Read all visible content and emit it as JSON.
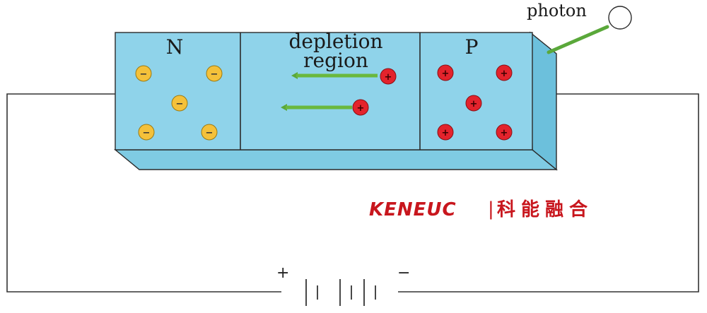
{
  "labels": {
    "n_region": "N",
    "depletion_line1": "depletion",
    "depletion_line2": "region",
    "p_region": "P",
    "photon": "photon"
  },
  "battery": {
    "positive": "+",
    "negative": "−"
  },
  "watermark": {
    "brand_en": "KENEUC",
    "separator": "|",
    "brand_cn": "科能融合"
  },
  "charges": {
    "electron_symbol": "−",
    "hole_symbol": "+",
    "n_electrons": 5,
    "p_holes": 5,
    "depletion_holes": 2
  },
  "colors": {
    "semiconductor_face": "#8fd3ea",
    "semiconductor_side": "#6cc0dc",
    "outline": "#2a2a2a",
    "electron": "#f4c13a",
    "hole": "#e3232c",
    "arrow": "#6ab83d",
    "brand": "#c8161d"
  }
}
